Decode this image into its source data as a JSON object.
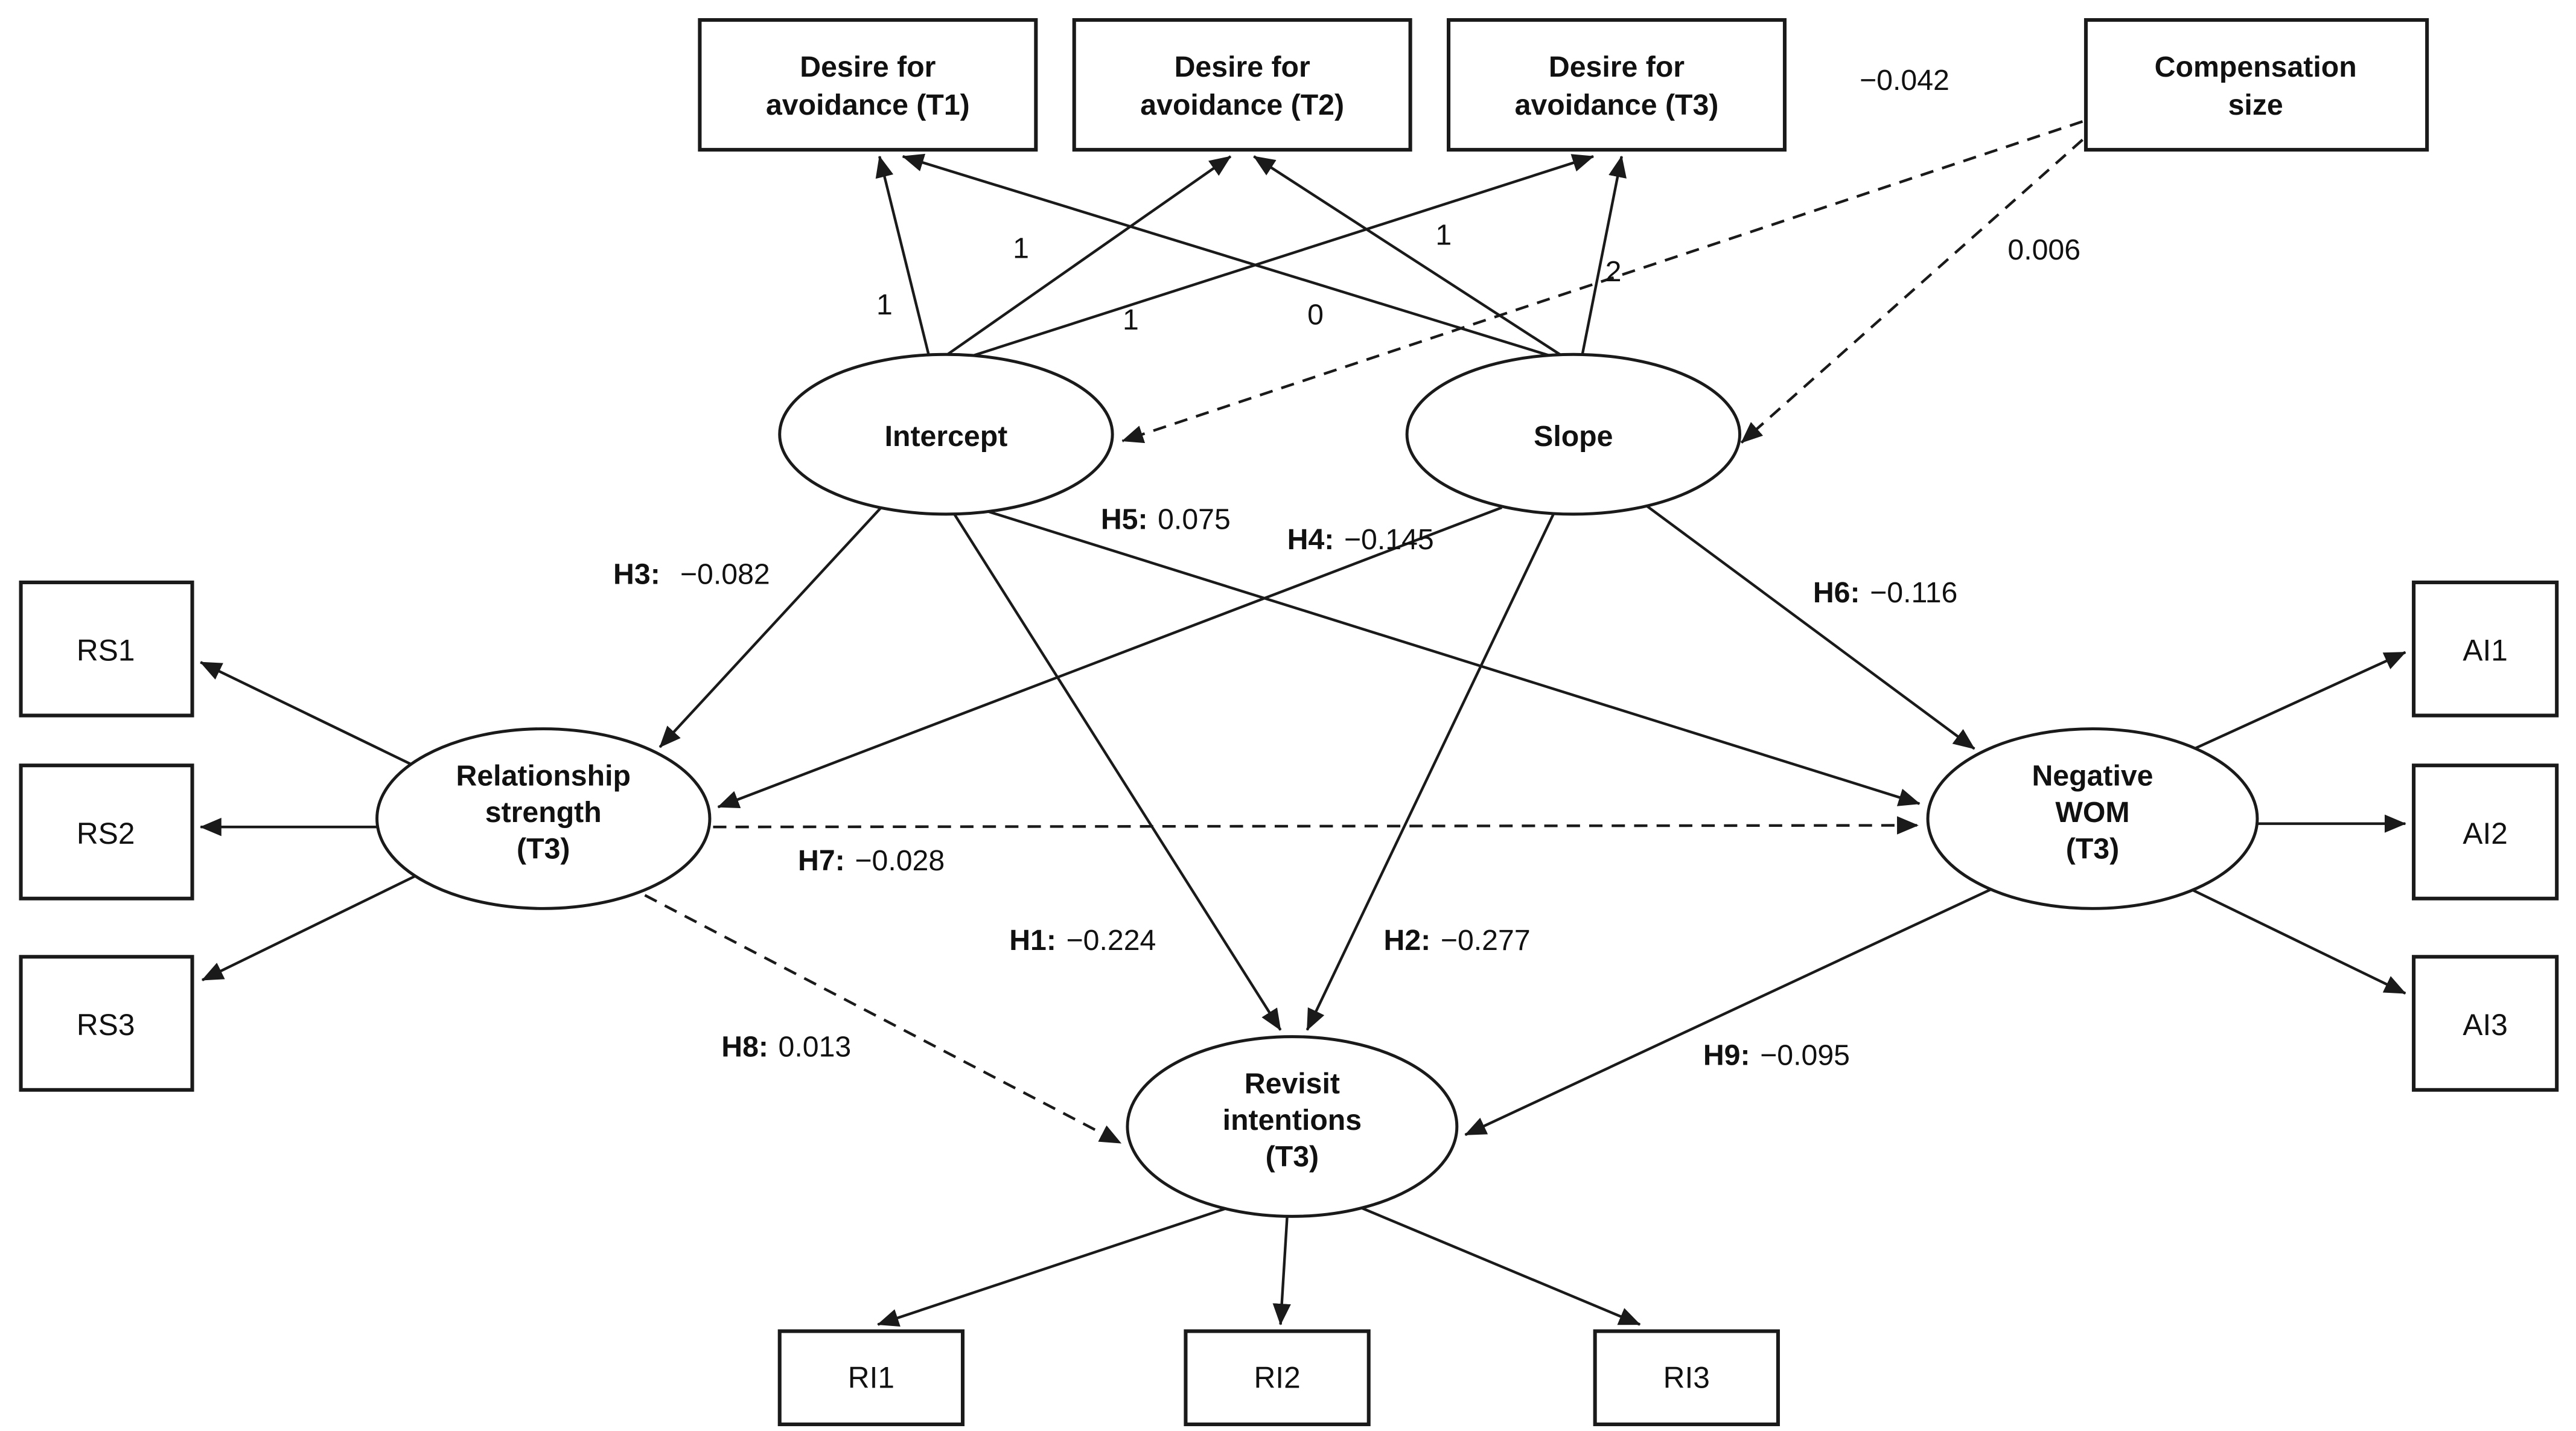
{
  "nodes": {
    "desire_t1": {
      "lines": [
        "Desire for",
        "avoidance (T1)"
      ]
    },
    "desire_t2": {
      "lines": [
        "Desire for",
        "avoidance (T2)"
      ]
    },
    "desire_t3": {
      "lines": [
        "Desire for",
        "avoidance (T3)"
      ]
    },
    "compensation": {
      "lines": [
        "Compensation",
        "size"
      ]
    },
    "intercept": {
      "label": "Intercept"
    },
    "slope": {
      "label": "Slope"
    },
    "relationship_strength": {
      "lines": [
        "Relationship",
        "strength",
        "(T3)"
      ]
    },
    "negative_wom": {
      "lines": [
        "Negative",
        "WOM",
        "(T3)"
      ]
    },
    "revisit_intentions": {
      "lines": [
        "Revisit",
        "intentions",
        "(T3)"
      ]
    },
    "rs1": {
      "label": "RS1"
    },
    "rs2": {
      "label": "RS2"
    },
    "rs3": {
      "label": "RS3"
    },
    "ai1": {
      "label": "AI1"
    },
    "ai2": {
      "label": "AI2"
    },
    "ai3": {
      "label": "AI3"
    },
    "ri1": {
      "label": "RI1"
    },
    "ri2": {
      "label": "RI2"
    },
    "ri3": {
      "label": "RI3"
    }
  },
  "paths": {
    "h1": {
      "id": "H1:",
      "value": "−0.224",
      "style": "solid",
      "from": "intercept",
      "to": "revisit_intentions"
    },
    "h2": {
      "id": "H2:",
      "value": "−0.277",
      "style": "solid",
      "from": "slope",
      "to": "revisit_intentions"
    },
    "h3": {
      "id": "H3:",
      "value": "−0.082",
      "style": "solid",
      "from": "intercept",
      "to": "relationship_strength"
    },
    "h4": {
      "id": "H4:",
      "value": "−0.145",
      "style": "solid",
      "from": "slope",
      "to": "relationship_strength"
    },
    "h5": {
      "id": "H5:",
      "value": "0.075",
      "style": "solid",
      "from": "intercept",
      "to": "negative_wom"
    },
    "h6": {
      "id": "H6:",
      "value": "−0.116",
      "style": "solid",
      "from": "slope",
      "to": "negative_wom"
    },
    "h7": {
      "id": "H7:",
      "value": "−0.028",
      "style": "dashed",
      "from": "relationship_strength",
      "to": "negative_wom"
    },
    "h8": {
      "id": "H8:",
      "value": "0.013",
      "style": "dashed",
      "from": "relationship_strength",
      "to": "revisit_intentions"
    },
    "h9": {
      "id": "H9:",
      "value": "−0.095",
      "style": "solid",
      "from": "negative_wom",
      "to": "revisit_intentions"
    },
    "comp_to_intercept": {
      "value": "−0.042",
      "style": "dashed",
      "from": "compensation",
      "to": "intercept"
    },
    "comp_to_slope": {
      "value": "0.006",
      "style": "dashed",
      "from": "compensation",
      "to": "slope"
    }
  },
  "loadings": {
    "intercept_t1": "1",
    "intercept_t2": "1",
    "intercept_t3": "1",
    "slope_t1": "0",
    "slope_t2": "1",
    "slope_t3": "2"
  }
}
